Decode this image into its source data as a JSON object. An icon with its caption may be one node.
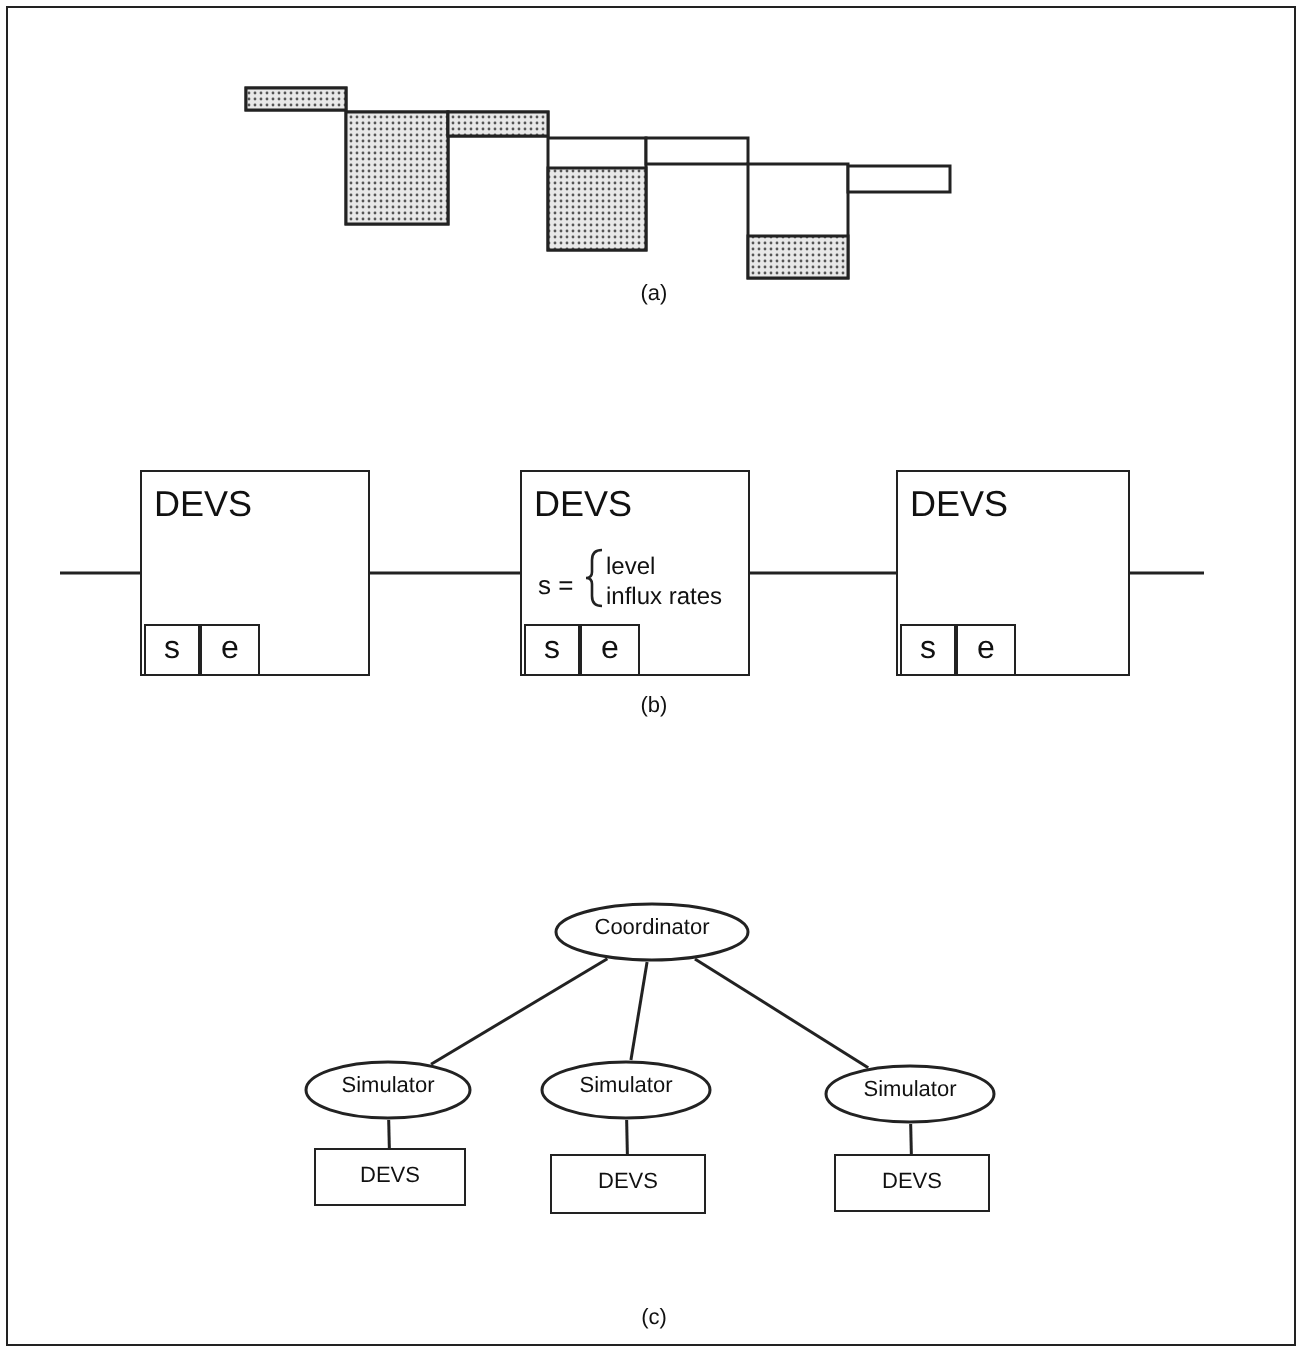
{
  "diagram": {
    "nodes": [
      {
        "text": [
          "DEVS"
        ]
      },
      {
        "text": [
          "s"
        ],
        "in": 0
      },
      {
        "text": [
          "e"
        ],
        "in": 0
      },
      {
        "text": [
          "DEVS",
          "s =",
          "level",
          "influx rates"
        ]
      },
      {
        "text": [
          "s"
        ],
        "in": 3
      },
      {
        "text": [
          "e"
        ],
        "in": 3
      },
      {
        "text": [
          "DEVS"
        ]
      },
      {
        "text": [
          "s"
        ],
        "in": 6
      },
      {
        "text": [
          "e"
        ],
        "in": 6
      },
      {
        "text": [
          "Coordinator"
        ]
      },
      {
        "text": [
          "Simulator"
        ]
      },
      {
        "text": [
          "Simulator"
        ]
      },
      {
        "text": [
          "Simulator"
        ]
      },
      {
        "text": [
          "DEVS"
        ]
      },
      {
        "text": [
          "DEVS"
        ]
      },
      {
        "text": [
          "DEVS"
        ]
      }
    ],
    "edges": [
      {
        "from": null,
        "to": 0,
        "arrow": "none"
      },
      {
        "from": 0,
        "to": 3,
        "arrow": "none"
      },
      {
        "from": 3,
        "to": 6,
        "arrow": "none"
      },
      {
        "from": 6,
        "to": null,
        "arrow": "none"
      },
      {
        "from": 9,
        "to": 10,
        "arrow": "none"
      },
      {
        "from": 9,
        "to": 11,
        "arrow": "none"
      },
      {
        "from": 9,
        "to": 12,
        "arrow": "none"
      },
      {
        "from": 10,
        "to": 13,
        "arrow": "none"
      },
      {
        "from": 11,
        "to": 14,
        "arrow": "none"
      },
      {
        "from": 12,
        "to": 15,
        "arrow": "none"
      }
    ],
    "labels": [
      "(a)",
      "(b)",
      "(c)"
    ]
  }
}
